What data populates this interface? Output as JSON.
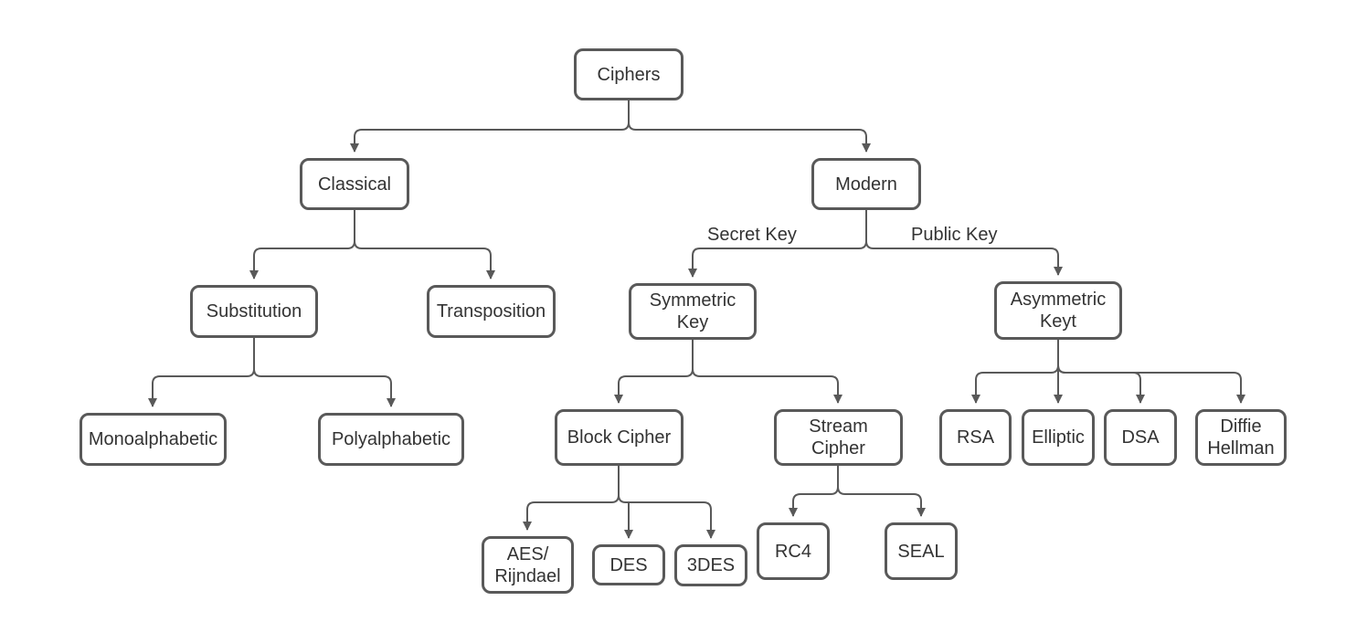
{
  "diagram": {
    "colors": {
      "line_color": "#595959",
      "box_border": "#595959",
      "box_fill": "#ffffff",
      "text_color": "#333333",
      "background": "#ffffff"
    },
    "nodes": {
      "ciphers": {
        "label": "Ciphers"
      },
      "classical": {
        "label": "Classical"
      },
      "modern": {
        "label": "Modern"
      },
      "substitution": {
        "label": "Substitution"
      },
      "transposition": {
        "label": "Transposition"
      },
      "symmetric_key": {
        "label": "Symmetric\nKey"
      },
      "asymmetric_keyt": {
        "label": "Asymmetric\nKeyt"
      },
      "monoalphabetic": {
        "label": "Monoalphabetic"
      },
      "polyalphabetic": {
        "label": "Polyalphabetic"
      },
      "block_cipher": {
        "label": "Block Cipher"
      },
      "stream_cipher": {
        "label": "Stream\nCipher"
      },
      "rsa": {
        "label": "RSA"
      },
      "elliptic": {
        "label": "Elliptic"
      },
      "dsa": {
        "label": "DSA"
      },
      "diffie_hellman": {
        "label": "Diffie\nHellman"
      },
      "aes_rijndael": {
        "label": "AES/\nRijndael"
      },
      "des": {
        "label": "DES"
      },
      "triple_des": {
        "label": "3DES"
      },
      "rc4": {
        "label": "RC4"
      },
      "seal": {
        "label": "SEAL"
      }
    },
    "edges": [
      {
        "from": "ciphers",
        "to": "classical"
      },
      {
        "from": "ciphers",
        "to": "modern"
      },
      {
        "from": "classical",
        "to": "substitution"
      },
      {
        "from": "classical",
        "to": "transposition"
      },
      {
        "from": "substitution",
        "to": "monoalphabetic"
      },
      {
        "from": "substitution",
        "to": "polyalphabetic"
      },
      {
        "from": "modern",
        "to": "symmetric_key",
        "label": "Secret Key"
      },
      {
        "from": "modern",
        "to": "asymmetric_keyt",
        "label": "Public Key"
      },
      {
        "from": "symmetric_key",
        "to": "block_cipher"
      },
      {
        "from": "symmetric_key",
        "to": "stream_cipher"
      },
      {
        "from": "block_cipher",
        "to": "aes_rijndael"
      },
      {
        "from": "block_cipher",
        "to": "des"
      },
      {
        "from": "block_cipher",
        "to": "triple_des"
      },
      {
        "from": "stream_cipher",
        "to": "rc4"
      },
      {
        "from": "stream_cipher",
        "to": "seal"
      },
      {
        "from": "asymmetric_keyt",
        "to": "rsa"
      },
      {
        "from": "asymmetric_keyt",
        "to": "elliptic"
      },
      {
        "from": "asymmetric_keyt",
        "to": "dsa"
      },
      {
        "from": "asymmetric_keyt",
        "to": "diffie_hellman"
      }
    ]
  }
}
